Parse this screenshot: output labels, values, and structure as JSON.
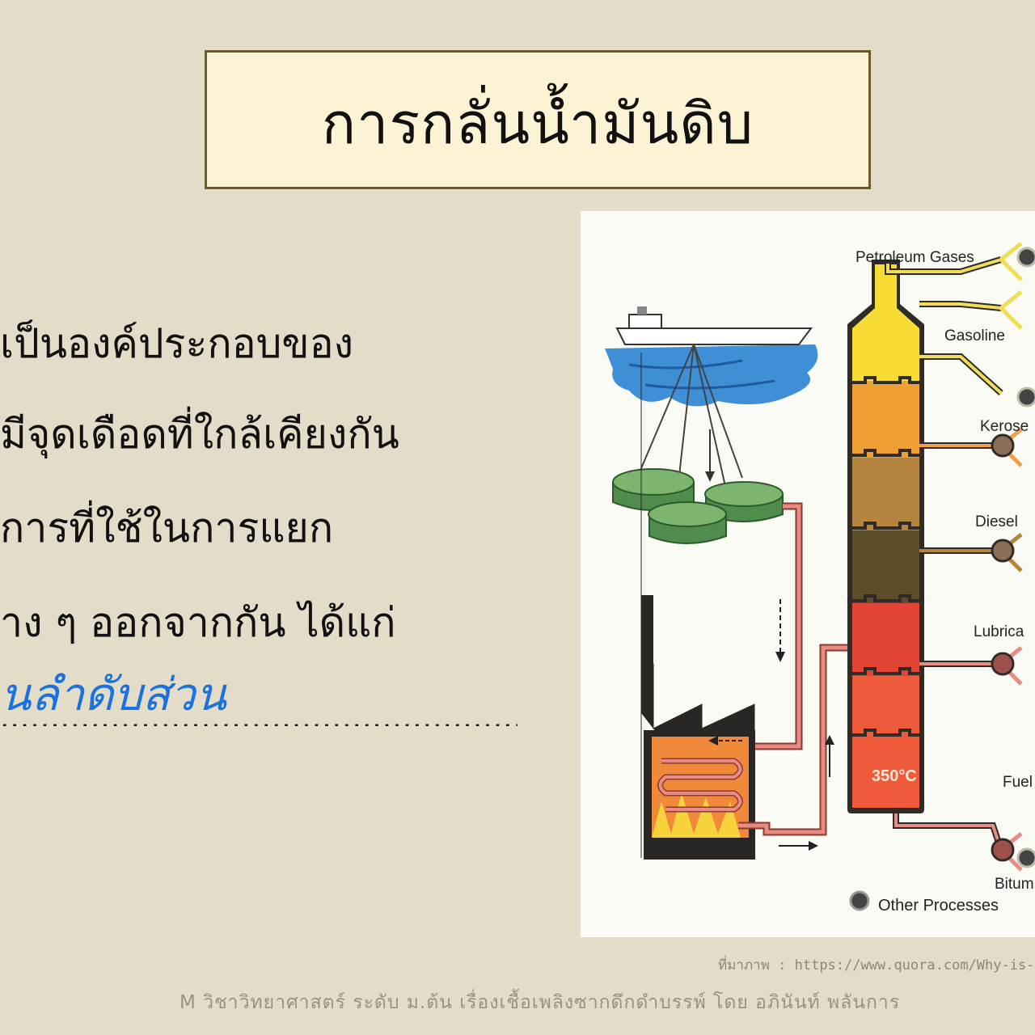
{
  "title": "การกลั่นน้ำมันดิบ",
  "body_lines": [
    "เป็นองค์ประกอบของ",
    "มีจุดเดือดที่ใกล้เคียงกัน",
    "การที่ใช้ในการแยก",
    "าง ๆ ออกจากกัน ได้แก่"
  ],
  "answer": "นลำดับส่วน",
  "dots": "......................................................................",
  "figure": {
    "labels": {
      "petroleum_gases": "Petroleum Gases",
      "gasoline": "Gasoline",
      "kerosene": "Kerose",
      "diesel": "Diesel",
      "lubricating": "Lubrica",
      "fuel": "Fuel",
      "bitumen": "Bitum",
      "other_processes": "Other Processes",
      "temperature": "350°C"
    },
    "colors": {
      "gases": "#f7dc33",
      "kerosene": "#ef9f33",
      "diesel": "#b5843f",
      "lubricating": "#5e4d2a",
      "residue": "#e24535",
      "bottom": "#ef5a3a",
      "pipe": "#e88b83",
      "tank": "#5f9a5a"
    }
  },
  "credit": "ที่มาภาพ : https://www.quora.com/Why-is-",
  "footer": "M วิชาวิทยาศาสตร์ ระดับ ม.ต้น เรื่องเชื้อเพลิงซากดึกดำบรรพ์ โดย อภินันท์ พลันการ"
}
